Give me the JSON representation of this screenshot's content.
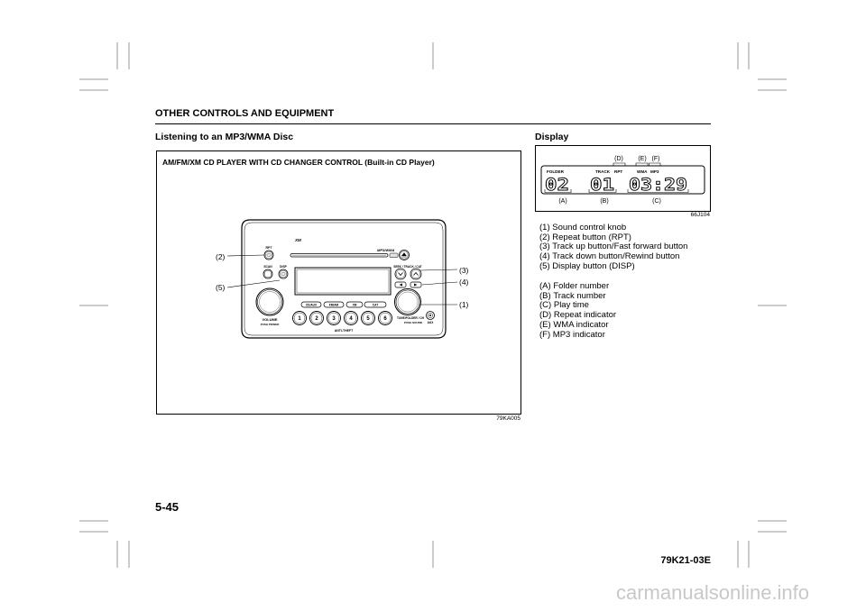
{
  "header": {
    "section_title": "OTHER CONTROLS AND EQUIPMENT"
  },
  "left": {
    "heading": "Listening to an MP3/WMA Disc",
    "figure": {
      "title": "AM/FM/XM CD PLAYER WITH CD CHANGER CONTROL (Built-in CD Player)",
      "code": "79KA005",
      "callouts": {
        "c1": "(1)",
        "c2": "(2)",
        "c3": "(3)",
        "c4": "(4)",
        "c5": "(5)"
      }
    },
    "radio": {
      "xm_logo": "XM",
      "format_logo": "MP3/WMA",
      "rpt_label": "RPT",
      "scan_label": "SCAN",
      "disp_label": "DISP",
      "seek_label": "SEEK / TRACK / CAT",
      "mode_buttons": [
        "CD/AUX",
        "FM/AM",
        "XM",
        "CAT"
      ],
      "preset_buttons": [
        "1",
        "2",
        "3",
        "4",
        "5",
        "6"
      ],
      "volume_label": "VOLUME",
      "volume_sub": "PUSH POWER",
      "tune_label": "TUNE/FOLDER / CH",
      "tune_sub": "PUSH SOUND",
      "aux_label": "AUX",
      "anti_theft_label": "ANTI-THEFT"
    }
  },
  "right": {
    "heading": "Display",
    "figure": {
      "code": "66J104",
      "callouts": {
        "a": "(A)",
        "b": "(B)",
        "c": "(C)",
        "d": "(D)",
        "e": "(E)",
        "f": "(F)"
      },
      "display": {
        "folder_label": "FOLDER",
        "track_label": "TRACK",
        "rpt_label": "RPT",
        "wma_label": "WMA",
        "mp3_label": "MP3",
        "folder_number": "02",
        "track_number": "01",
        "play_time": "03:29"
      }
    },
    "controls_list": [
      {
        "key": "(1)",
        "text": "Sound control knob"
      },
      {
        "key": "(2)",
        "text": "Repeat button (RPT)"
      },
      {
        "key": "(3)",
        "text": "Track up button/Fast forward button"
      },
      {
        "key": "(4)",
        "text": "Track down button/Rewind button"
      },
      {
        "key": "(5)",
        "text": "Display button (DISP)"
      }
    ],
    "display_list": [
      {
        "key": "(A)",
        "text": "Folder number"
      },
      {
        "key": "(B)",
        "text": "Track number"
      },
      {
        "key": "(C)",
        "text": "Play time"
      },
      {
        "key": "(D)",
        "text": "Repeat indicator"
      },
      {
        "key": "(E)",
        "text": "WMA indicator"
      },
      {
        "key": "(F)",
        "text": "MP3 indicator"
      }
    ]
  },
  "footer": {
    "page_number": "5-45",
    "doc_code": "79K21-03E",
    "watermark": "carmanualsonline.info"
  }
}
